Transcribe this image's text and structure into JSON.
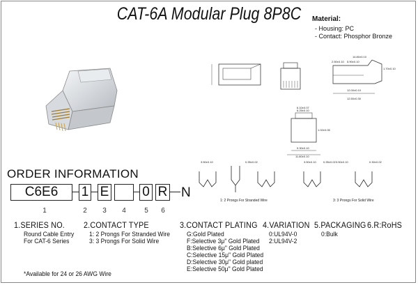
{
  "title": "CAT-6A Modular Plug 8P8C",
  "material": {
    "heading": "Material:",
    "items": [
      "- Housing: PC",
      "- Contact: Phosphor Bronze"
    ]
  },
  "drawings": {
    "side_dims": [
      "14.80±0.10",
      "5.90±0.10",
      "1.70±0.10",
      "2.50±0.10",
      "12.00±0.10",
      "12.50±0.30"
    ],
    "top_dims": [
      "6.10±0.07",
      "6.25±0.10",
      "1.02±0.05",
      "9.30±0.10",
      "11.80±0.10"
    ],
    "prong_dims": [
      "3.50±0.10",
      "0.35±0.02",
      "3.50±0.10",
      "0.35±0.02",
      "3.50±0.10",
      "0.30±0.02"
    ],
    "caption_2": "1: 2 Prongs For Stranded Wire",
    "caption_3": "3: 3 Prongs For Solid Wire"
  },
  "order": {
    "heading": "ORDER INFORMATION",
    "boxes": [
      "C6E6",
      "1",
      "E",
      "",
      "0",
      "R"
    ],
    "tail": "N",
    "numbers": [
      "1",
      "2",
      "3",
      "4",
      "5",
      "6"
    ]
  },
  "sections": {
    "series": {
      "title": "1.SERIES NO.",
      "lines": [
        "Round Cable Entry",
        "For CAT-6 Series"
      ]
    },
    "contact_type": {
      "title": "2.CONTACT TYPE",
      "lines": [
        "1: 2 Prongs For Stranded Wire",
        "3: 3 Prongs For Solid Wire"
      ]
    },
    "plating": {
      "title": "3.CONTACT PLATING",
      "lines": [
        "G:Gold Plated",
        "F:Selective 3μ\" Gold Plated",
        "B:Selective 6μ\" Gold Plated",
        "C:Selective 15μ\" Gold Plated",
        "D:Selective 30μ\" Gold plated",
        "E:Selective 50μ\" Gold Plated"
      ]
    },
    "variation": {
      "title": "4.VARIATION",
      "lines": [
        "0:UL94V-0",
        "2:UL94V-2"
      ]
    },
    "packaging": {
      "title": "5.PACKAGING",
      "lines": [
        "0:Bulk"
      ]
    },
    "rohs": {
      "title": "6.R:RoHS",
      "lines": []
    }
  },
  "note": "*Available for 24 or 26 AWG Wire"
}
